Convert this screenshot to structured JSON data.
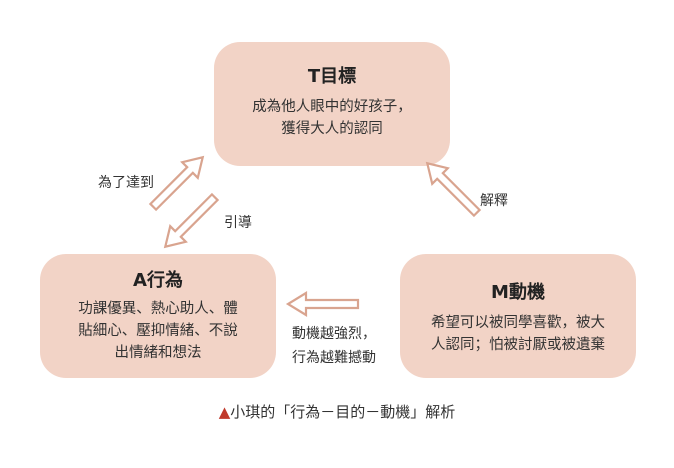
{
  "nodes": {
    "t": {
      "title": "T目標",
      "lines": [
        "成為他人眼中的好孩子，",
        "獲得大人的認同"
      ]
    },
    "a": {
      "title": "A行為",
      "lines": [
        "功課優異、熱心助人、體",
        "貼細心、壓抑情緒、不說",
        "出情緒和想法"
      ]
    },
    "m": {
      "title": "M動機",
      "lines": [
        "希望可以被同學喜歡，被大",
        "人認同；怕被討厭或被遺棄"
      ]
    }
  },
  "edges": {
    "a_to_t": "為了達到",
    "t_to_a": "引導",
    "m_to_t": "解釋",
    "m_to_a": [
      "動機越強烈，",
      "行為越難撼動"
    ]
  },
  "caption": {
    "marker": "▲",
    "text": "小琪的「行為－目的－動機」解析"
  },
  "colors": {
    "box_fill": "#f2d3c6",
    "arrow_stroke": "#d9a48f",
    "marker": "#c0392b"
  }
}
